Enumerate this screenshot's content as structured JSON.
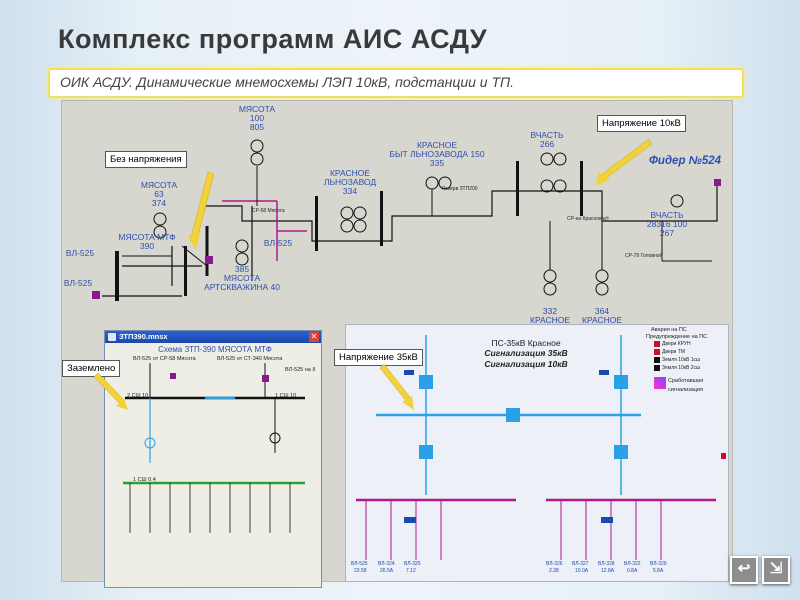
{
  "slide": {
    "title": "Комплекс программ АИС АСДУ",
    "subtitle": "ОИК АСДУ. Динамические мнемосхемы ЛЭП 10кВ, подстанции и ТП."
  },
  "callouts": {
    "no_voltage": "Без напряжения",
    "voltage_10kv": "Напряжение 10кВ",
    "grounded": "Заземлено",
    "voltage_35kv": "Напряжение 35кВ"
  },
  "scheme": {
    "feeder": "Фидер №524",
    "labels": {
      "myasota_100": "МЯСОТА\n100\n805",
      "myasota_63": "МЯСОТА\n63\n374",
      "myasota_mtf": "МЯСОТА МТФ\n390",
      "krasnoe_lnozavod": "КРАСНОЕ\nЛЬНОЗАВОД\n334",
      "krasnoe_bylnozavoda": "КРАСНОЕ\nБЫТ ЛЬНОЗАВОДА 150\n335",
      "vchast_266": "ВЧАСТЬ\n266",
      "vchast_28316": "ВЧАСТЬ\n28316 100\n267",
      "myasota_artskv": "385\nМЯСОТА\nАРТСКВАЖИНА 40",
      "krasnoe_332": "332\nКРАСНОЕ",
      "krasnoe_364": "364\nКРАСНОЕ",
      "vl525_a": "ВЛ-525",
      "vl525_b": "ВЛ-525",
      "vl525_c": "ВЛ-525"
    },
    "small_labels": {
      "sr58": "СР-58 Мясота",
      "sr70": "СР-79 Головной",
      "sr_krasnoe": "СР-на Красное к/т",
      "reserve": "Резерв ЗТП200"
    }
  },
  "sub_window": {
    "file": "ЗТП390.mnsx",
    "title": "Схема ЗТП-390 МЯСОТА МТФ",
    "line1": "ВЛ-525 от СР-58 Мясота",
    "line2": "ВЛ-525 от СТ-340 Мясота",
    "line3": "ВЛ-525 на II",
    "bus": "2 СШ 10",
    "bus1": "1 СШ 10",
    "bus04": "1 СШ 0.4"
  },
  "ps_panel": {
    "title": "ПС-35кВ Красное",
    "sig35": "Сигнализация 35кВ",
    "sig10": "Сигнализация 10кВ",
    "legend_title": "Авария на ПС",
    "legend_sub": "Предупреждение на ПС",
    "legend": [
      "Двери КРУН",
      "Двери ТМ",
      "Земля 10кВ 1сш",
      "Земля 10кВ 2сш"
    ],
    "legend_tripped": "Сработавшая\nсигнализация",
    "feeders_left": [
      "ВЛ-525",
      "ВЛ-324",
      "ВЛ-325"
    ],
    "feeders_right": [
      "ВЛ-326",
      "ВЛ-327",
      "ВЛ-328",
      "ВЛ-322",
      "ВЛ-329"
    ],
    "values_left": [
      "23.58",
      "26.5А",
      "7.12"
    ],
    "values_right": [
      "2.38",
      "10.0А",
      "12.8А",
      "0.8А",
      "5.8А"
    ]
  },
  "colors": {
    "bus_black": "#111111",
    "bus_blue": "#2aa0e8",
    "bus_magenta": "#b0188c",
    "bus_green": "#27a335",
    "label_blue": "#2d4fb0",
    "callout_arrow": "#f2d23a"
  },
  "icons": {
    "nav_back": "return-arrow-icon",
    "nav_forward": "forward-arrow-icon"
  }
}
